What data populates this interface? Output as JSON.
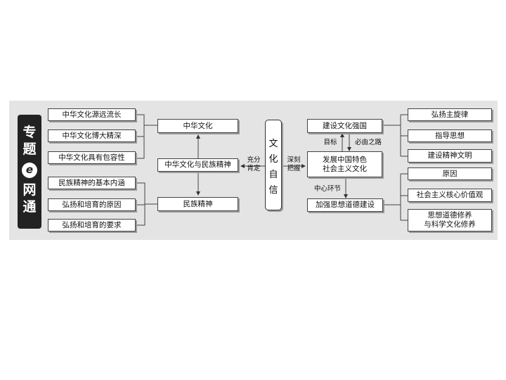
{
  "badge": {
    "chars": [
      "专",
      "题",
      "网",
      "通"
    ],
    "e_icon": "e"
  },
  "left": {
    "culture_items": [
      "中华文化源远流长",
      "中华文化博大精深",
      "中华文化具有包容性"
    ],
    "spirit_items": [
      "民族精神的基本内涵",
      "弘扬和培育的原因",
      "弘扬和培育的要求"
    ],
    "chinese_culture": "中华文化",
    "culture_and_spirit": "中华文化与民族精神",
    "national_spirit": "民族精神"
  },
  "center": {
    "affirm_label": [
      "充分",
      "肯定"
    ],
    "confidence_chars": [
      "文",
      "化",
      "自",
      "信"
    ],
    "grasp_label": [
      "深刻",
      "把握"
    ]
  },
  "right": {
    "cultural_power": "建设文化强国",
    "goal_label": "目标",
    "path_label": "必由之路",
    "socialist_culture": [
      "发展中国特色",
      "社会主义文化"
    ],
    "core_label": "中心环节",
    "moral_construction": "加强思想道德建设",
    "power_items": [
      "弘扬主旋律",
      "指导思想",
      "建设精神文明"
    ],
    "moral_items": [
      "原因",
      "社会主义核心价值观",
      [
        "思想道德修养",
        "与科学文化修养"
      ]
    ]
  }
}
